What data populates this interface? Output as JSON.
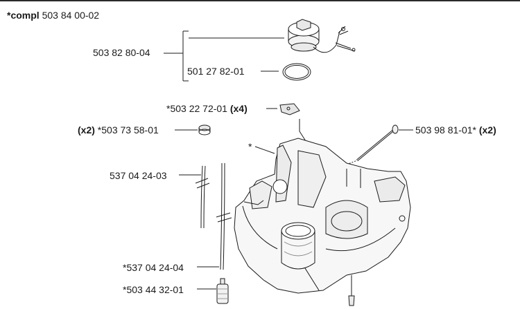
{
  "header": {
    "compl_prefix": "*compl",
    "compl_number": "503 84 00-02"
  },
  "parts": {
    "cap_assembly": "503 82 80-04",
    "o_ring": "501 27 82-01",
    "clip_number": "*503 22 72-01",
    "clip_qty": "(x4)",
    "grommet_qty": "(x2)",
    "grommet_number": "*503 73 58-01",
    "screw_number": "503 98 81-01*",
    "screw_qty": "(x2)",
    "hose_1": "537 04 24-03",
    "hose_2": "*537 04 24-04",
    "filter": "*503 44 32-01",
    "asterisk": "*"
  }
}
